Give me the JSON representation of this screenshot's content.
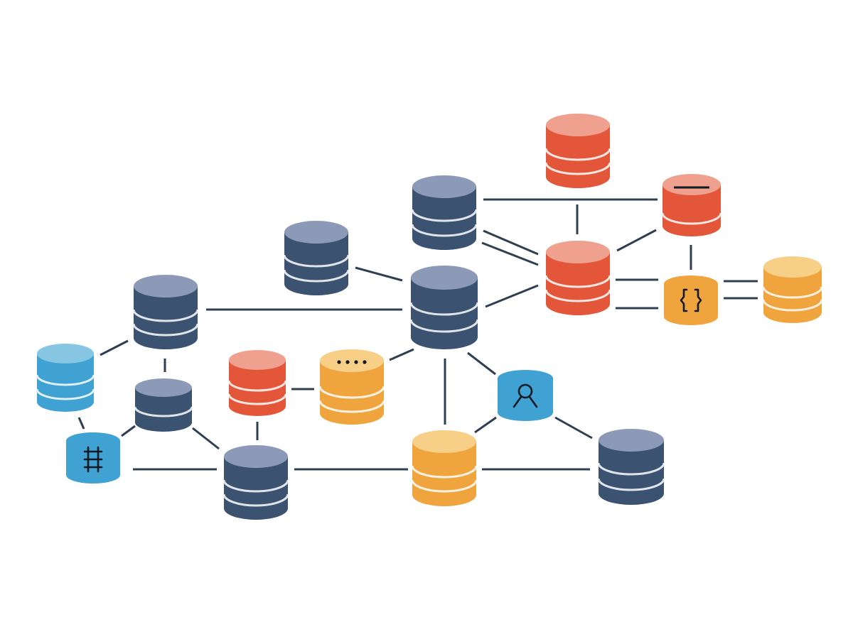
{
  "colors": {
    "background": "#ffffff",
    "edge": "#2f3f52",
    "navy": {
      "top": "#8c9ab7",
      "body": "#3b5271"
    },
    "red": {
      "top": "#f0a08e",
      "body": "#e3563a"
    },
    "orange": {
      "top": "#f7cf87",
      "body": "#f0a43e"
    },
    "blue": {
      "top": "#86c6e2",
      "body": "#3fa2d2"
    }
  },
  "nodes": [
    {
      "id": "red-database-top",
      "color": "red",
      "icon": "database-icon"
    },
    {
      "id": "navy-database-upper",
      "color": "navy",
      "icon": "database-icon"
    },
    {
      "id": "red-database-minus",
      "color": "red",
      "icon": "minus-icon"
    },
    {
      "id": "navy-database-left-upper",
      "color": "navy",
      "icon": "database-icon"
    },
    {
      "id": "red-database-center",
      "color": "red",
      "icon": "database-icon"
    },
    {
      "id": "orange-json-node",
      "color": "orange",
      "icon": "curly-braces-icon"
    },
    {
      "id": "orange-database-right",
      "color": "orange",
      "icon": "database-icon"
    },
    {
      "id": "navy-database-hub",
      "color": "navy",
      "icon": "database-icon"
    },
    {
      "id": "navy-database-left",
      "color": "navy",
      "icon": "database-icon"
    },
    {
      "id": "blue-database-far-left",
      "color": "blue",
      "icon": "database-icon"
    },
    {
      "id": "navy-database-small",
      "color": "navy",
      "icon": "database-icon"
    },
    {
      "id": "red-database-small",
      "color": "red",
      "icon": "database-icon"
    },
    {
      "id": "orange-database-ellipsis",
      "color": "orange",
      "icon": "ellipsis-icon"
    },
    {
      "id": "blue-search-node",
      "color": "blue",
      "icon": "search-icon"
    },
    {
      "id": "blue-ladder-node",
      "color": "blue",
      "icon": "ladder-icon"
    },
    {
      "id": "navy-database-bottom",
      "color": "navy",
      "icon": "database-icon"
    },
    {
      "id": "orange-database-bottom",
      "color": "orange",
      "icon": "database-icon"
    },
    {
      "id": "navy-database-bottom-right",
      "color": "navy",
      "icon": "database-icon"
    }
  ]
}
